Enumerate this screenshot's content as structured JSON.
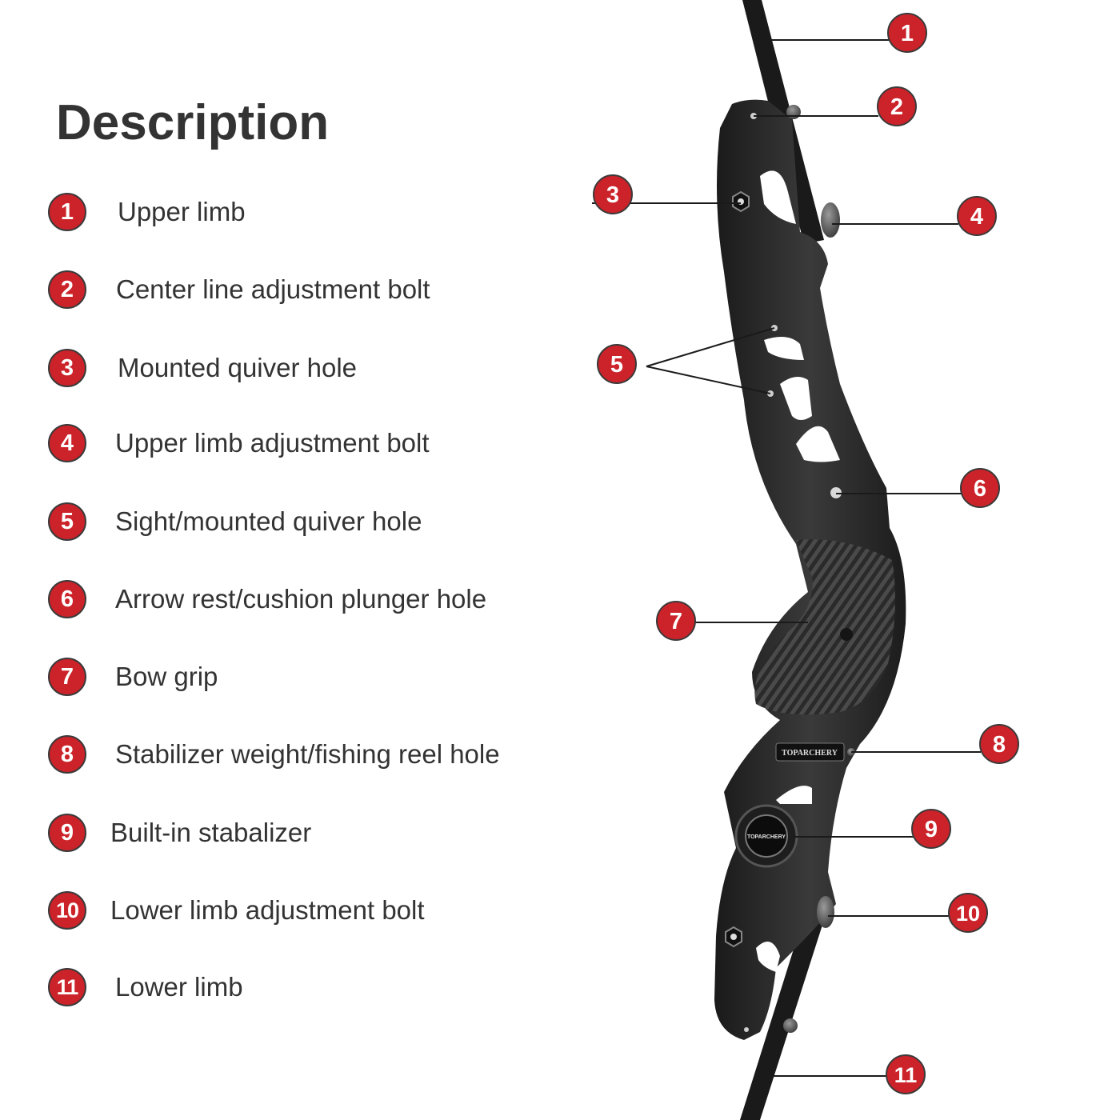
{
  "title": "Description",
  "colors": {
    "badge": "#cc2229",
    "badge_border": "#3a3a3a",
    "text": "#333333",
    "riser": "#262626"
  },
  "legend": [
    {
      "num": "1",
      "label": "Upper limb"
    },
    {
      "num": "2",
      "label": "Center line adjustment bolt"
    },
    {
      "num": "3",
      "label": "Mounted quiver hole"
    },
    {
      "num": "4",
      "label": "Upper limb adjustment bolt"
    },
    {
      "num": "5",
      "label": "Sight/mounted quiver hole"
    },
    {
      "num": "6",
      "label": "Arrow rest/cushion plunger hole"
    },
    {
      "num": "7",
      "label": "Bow grip"
    },
    {
      "num": "8",
      "label": "Stabilizer weight/fishing reel hole"
    },
    {
      "num": "9",
      "label": "Built-in stabalizer"
    },
    {
      "num": "10",
      "label": "Lower limb adjustment bolt"
    },
    {
      "num": "11",
      "label": "Lower limb"
    }
  ],
  "bow": {
    "brand_plate": "TOPARCHERY",
    "stabilizer_logo": "TOPARCHERY"
  }
}
